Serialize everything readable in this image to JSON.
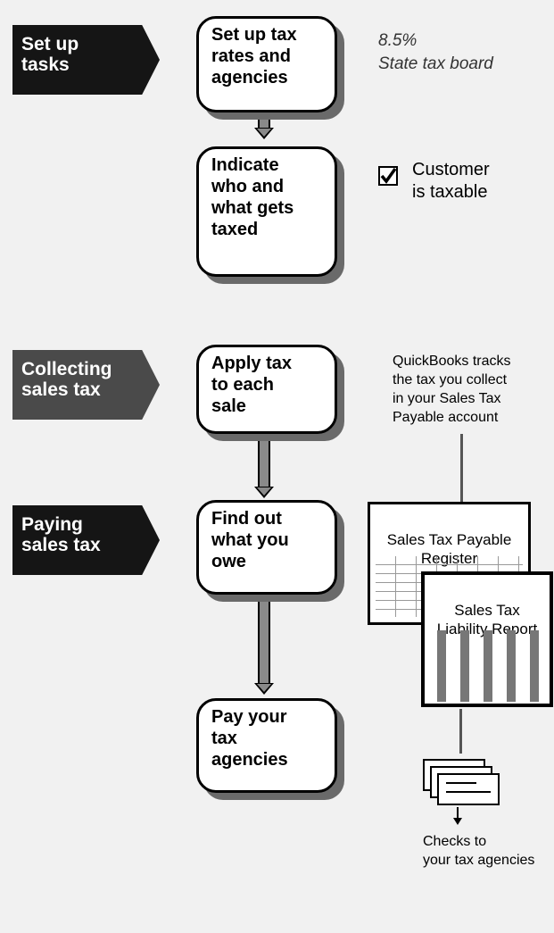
{
  "sections": [
    {
      "label": "Set up\ntasks"
    },
    {
      "label": "Collecting\nsales tax"
    },
    {
      "label": "Paying\nsales tax"
    }
  ],
  "steps": [
    {
      "text": "Set up tax\nrates and\nagencies"
    },
    {
      "text": "Indicate\nwho and\nwhat gets\ntaxed"
    },
    {
      "text": "Apply tax\nto each\nsale"
    },
    {
      "text": "Find out\nwhat you\nowe"
    },
    {
      "text": "Pay your\ntax\nagencies"
    }
  ],
  "notes": {
    "rate": "8.5%",
    "agency": "State tax board",
    "customer_taxable": "Customer\nis taxable",
    "tracking": "QuickBooks tracks\nthe tax you collect\nin your Sales Tax\nPayable account",
    "register": "Sales Tax Payable\nRegister",
    "report": "Sales Tax\nLiability Report",
    "checks": "Checks to\nyour tax agencies"
  },
  "icons": {
    "checkbox": "checkmark-icon"
  }
}
